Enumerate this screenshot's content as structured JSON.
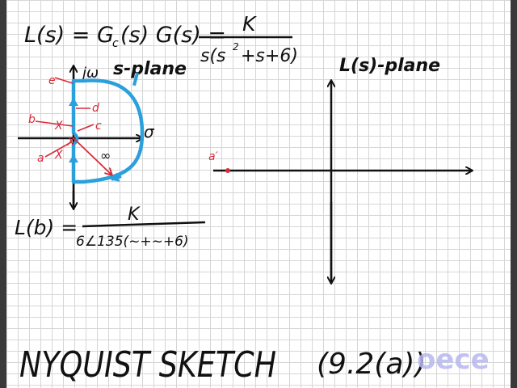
{
  "equations": {
    "loop_lhs": "L(s) = G",
    "loop_sub_c": "c",
    "loop_mid": "(s) G(s) =",
    "loop_numerator": "K",
    "loop_denominator": "s(s",
    "loop_den_exp": "2",
    "loop_den_tail": "+s+6)",
    "eval_lhs": "L(b) =",
    "eval_numerator": "K",
    "eval_denominator": "6∠135(~+~+6)"
  },
  "s_plane": {
    "title": "s-plane",
    "imag_axis_label": "jω",
    "real_axis_label": "σ",
    "infinity_label": "∞",
    "points": [
      "a",
      "b",
      "c",
      "d",
      "e"
    ],
    "pole_mark": "X",
    "contour_color": "#2aa0dd",
    "annotation_color": "#d92b3a"
  },
  "l_plane": {
    "title": "L(s)-plane",
    "mapped_point_label": "a′"
  },
  "footer": {
    "title": "NYQUIST SKETCH",
    "reference": "(9.2(a))"
  },
  "logo": {
    "text": "oece",
    "color": "#b8b8f0"
  }
}
